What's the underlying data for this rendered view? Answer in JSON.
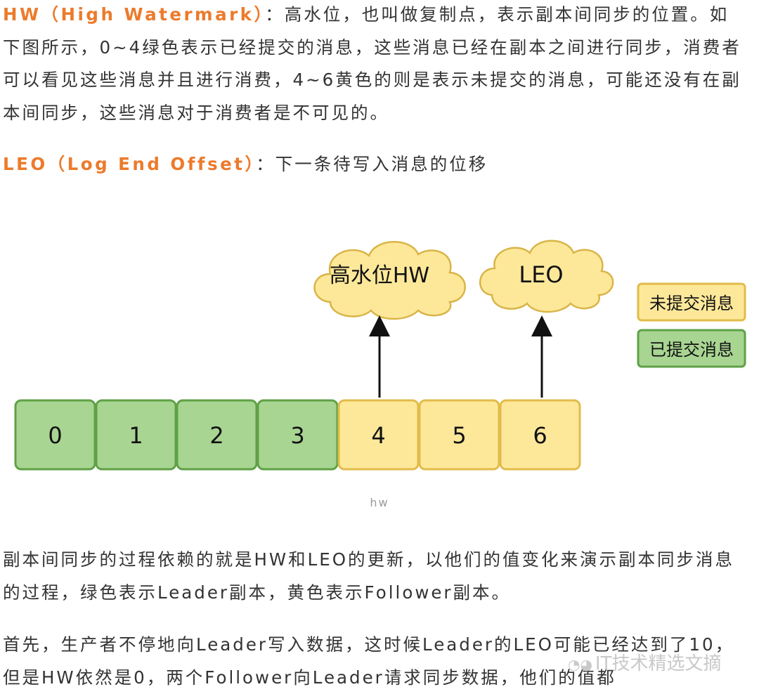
{
  "hw": {
    "term": "HW（High Watermark）",
    "body": "：高水位，也叫做复制点，表示副本间同步的位置。如下图所示，0~4绿色表示已经提交的消息，这些消息已经在副本之间进行同步，消费者可以看见这些消息并且进行消费，4~6黄色的则是表示未提交的消息，可能还没有在副本间同步，这些消息对于消费者是不可见的。"
  },
  "leo": {
    "term": "LEO（Log End Offset）",
    "body": "：下一条待写入消息的位移"
  },
  "diagram": {
    "cells": [
      "0",
      "1",
      "2",
      "3",
      "4",
      "5",
      "6"
    ],
    "committed_count": 4,
    "hw_label": "高水位HW",
    "leo_label": "LEO",
    "legend_uncommitted": "未提交消息",
    "legend_committed": "已提交消息",
    "colors": {
      "green": "#a8d592",
      "green_border": "#5fa146",
      "yellow": "#fde89a",
      "yellow_border": "#e2bb4a",
      "cloud": "#fde89a",
      "cloud_border": "#d9b548",
      "arrow": "#111111"
    }
  },
  "caption": "hw",
  "para2": "副本间同步的过程依赖的就是HW和LEO的更新，以他们的值变化来演示副本同步消息的过程，绿色表示Leader副本，黄色表示Follower副本。",
  "para3": "首先，生产者不停地向Leader写入数据，这时候Leader的LEO可能已经达到了10，但是HW依然是0，两个Follower向Leader请求同步数据，他们的值都",
  "watermark": {
    "icon": "wechat-icon",
    "text": "IT技术精选文摘"
  }
}
